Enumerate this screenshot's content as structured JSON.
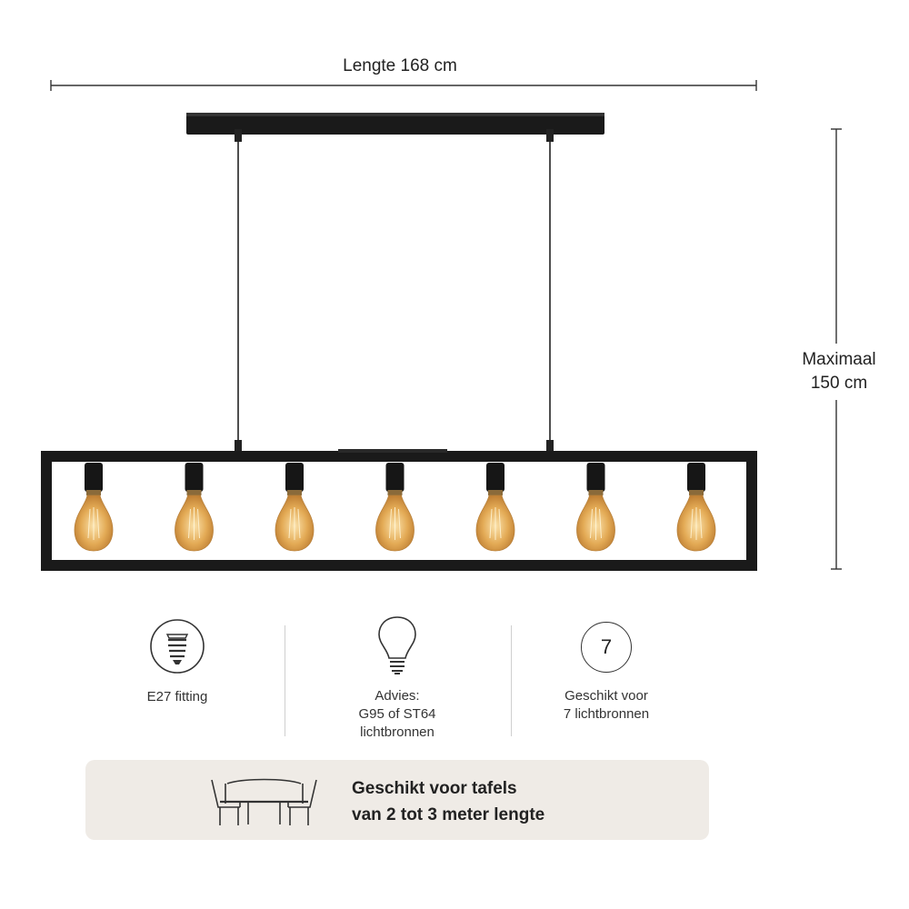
{
  "dimensions": {
    "length_label": "Lengte 168 cm",
    "height_label_line1": "Maximaal",
    "height_label_line2": "150 cm"
  },
  "product": {
    "bulb_count": 7,
    "bulb_color": "#d99a45",
    "frame_color": "#1a1a1a"
  },
  "features": [
    {
      "icon": "e27-socket-icon",
      "lines": [
        "E27 fitting"
      ]
    },
    {
      "icon": "light-bulb-icon",
      "lines": [
        "Advies:",
        "G95 of ST64",
        "lichtbronnen"
      ]
    },
    {
      "icon": "number-badge-icon",
      "number": "7",
      "lines": [
        "Geschikt voor",
        "7 lichtbronnen"
      ]
    }
  ],
  "banner": {
    "icon": "dining-table-icon",
    "line1": "Geschikt voor tafels",
    "line2": "van 2 tot 3 meter lengte",
    "background": "#efebe6"
  }
}
